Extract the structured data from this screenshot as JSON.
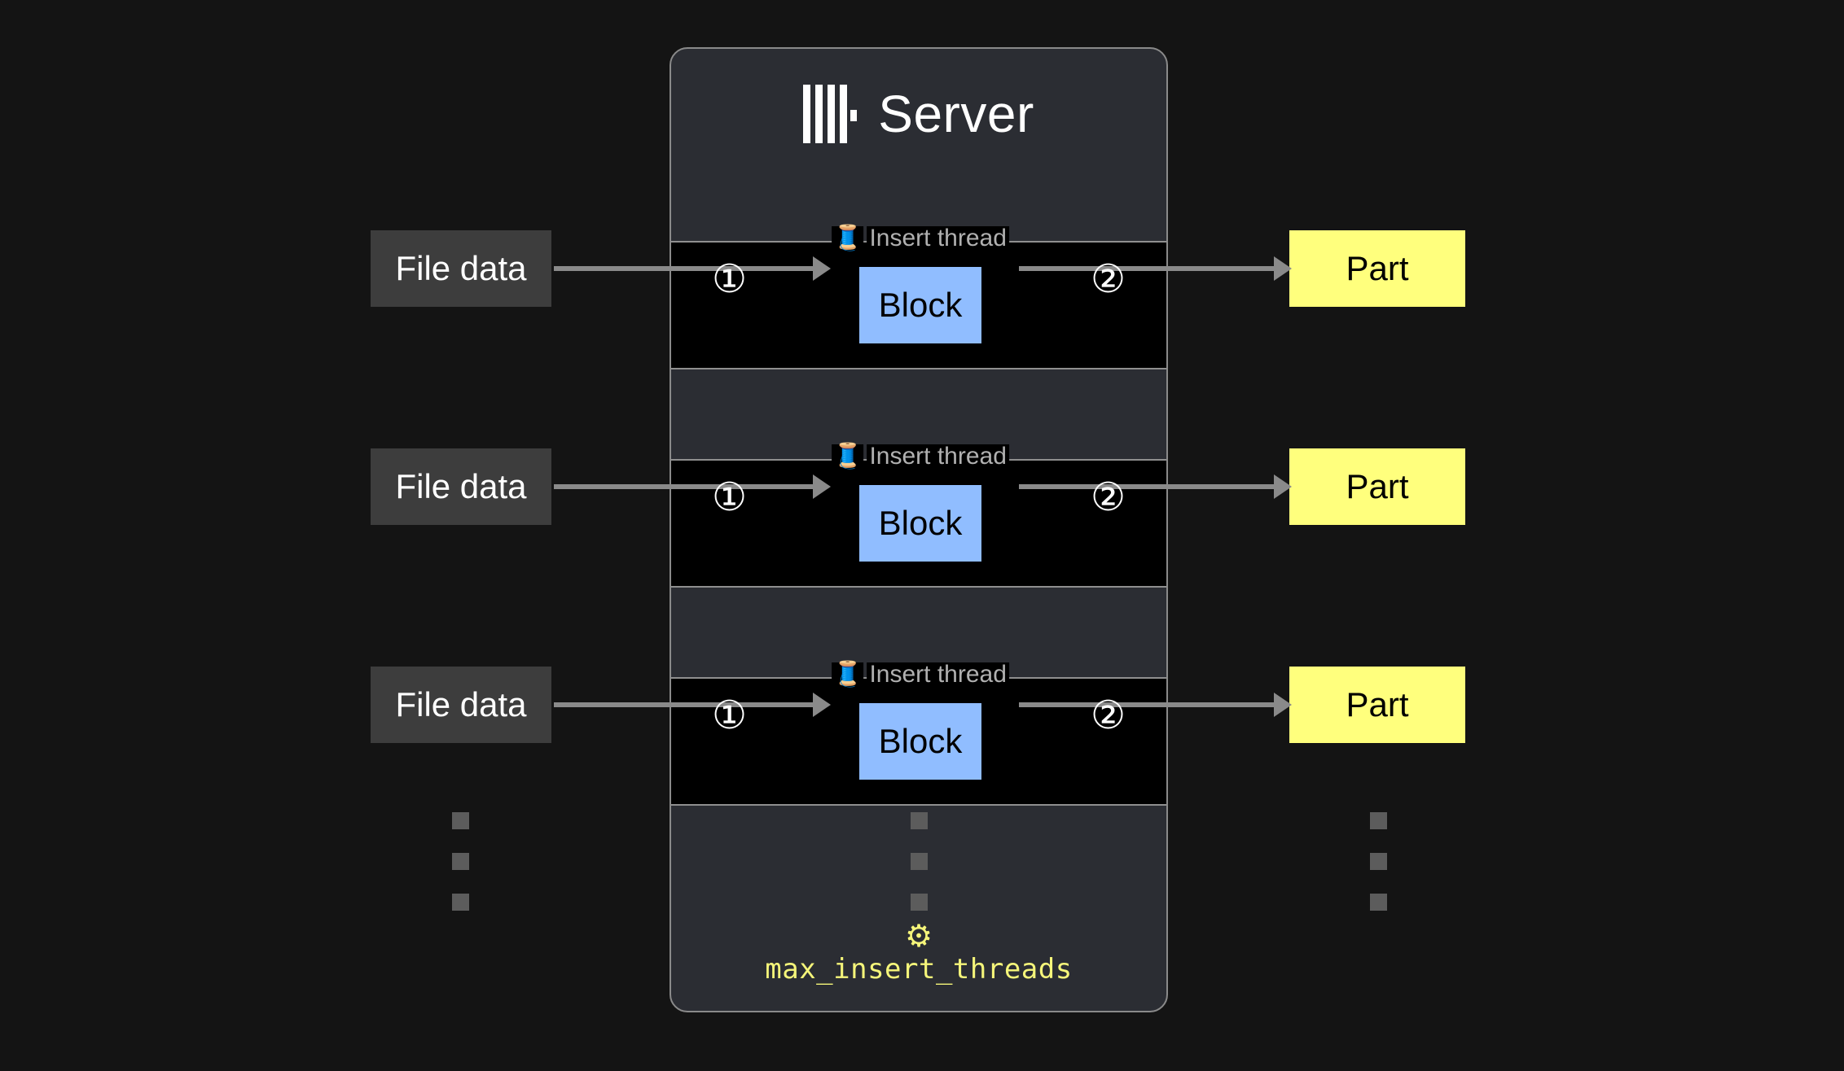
{
  "background_color": "#141414",
  "server": {
    "title": "Server",
    "logo_name": "clickhouse-logo",
    "panel_color": "#2b2d33",
    "border_color": "#8a8a8a"
  },
  "thread_label": {
    "icon": "🧵",
    "text": "Insert thread",
    "text_color": "#b0b0b0"
  },
  "steps": {
    "one": "①",
    "two": "②"
  },
  "boxes": {
    "file_data": "File data",
    "block": "Block",
    "part": "Part",
    "file_data_color": "#3d3d3d",
    "block_color": "#90bdff",
    "part_color": "#ffff7d"
  },
  "rows": [
    {
      "index": 1,
      "thread_label": "Insert thread",
      "source": "File data",
      "buffer": "Block",
      "target": "Part",
      "step_in": "①",
      "step_out": "②"
    },
    {
      "index": 2,
      "thread_label": "Insert thread",
      "source": "File data",
      "buffer": "Block",
      "target": "Part",
      "step_in": "①",
      "step_out": "②"
    },
    {
      "index": 3,
      "thread_label": "Insert thread",
      "source": "File data",
      "buffer": "Block",
      "target": "Part",
      "step_in": "①",
      "step_out": "②"
    }
  ],
  "ellipsis": {
    "dot_color": "#5c5c5c",
    "count": 3
  },
  "setting": {
    "gear_icon": "⚙",
    "name": "max_insert_threads",
    "color": "#f5f57a"
  }
}
